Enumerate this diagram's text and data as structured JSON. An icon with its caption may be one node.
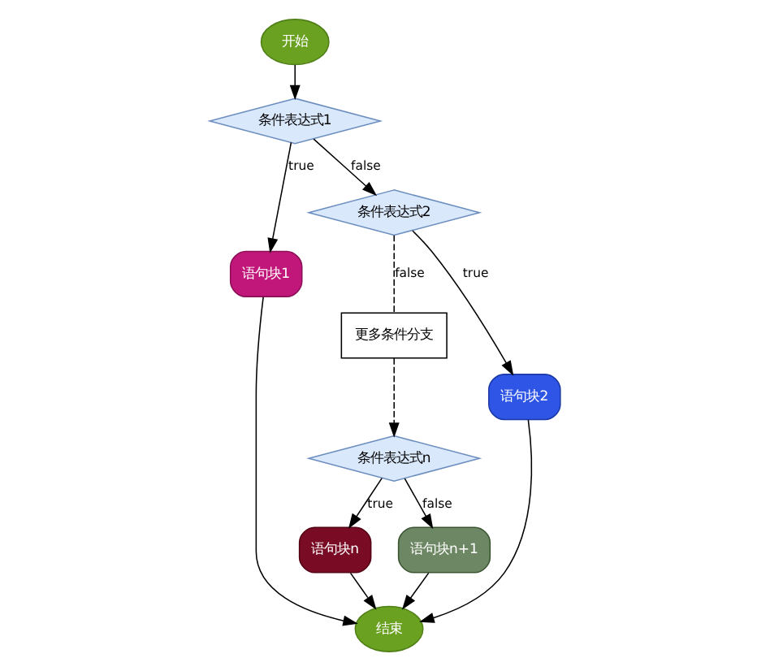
{
  "diagram": {
    "nodes": [
      {
        "text": [
          "开始"
        ]
      },
      {
        "text": [
          "条件表达式1"
        ]
      },
      {
        "text": [
          "语句块1"
        ]
      },
      {
        "text": [
          "条件表达式2"
        ]
      },
      {
        "text": [
          "更多条件分支"
        ]
      },
      {
        "text": [
          "语句块2"
        ]
      },
      {
        "text": [
          "条件表达式n"
        ]
      },
      {
        "text": [
          "语句块n"
        ]
      },
      {
        "text": [
          "语句块n+1"
        ]
      },
      {
        "text": [
          "结束"
        ]
      }
    ],
    "edges": [
      {
        "from": 0,
        "to": 1,
        "arrow": "to"
      },
      {
        "from": 1,
        "to": 2,
        "arrow": "to",
        "label": "true"
      },
      {
        "from": 1,
        "to": 3,
        "arrow": "to",
        "label": "false"
      },
      {
        "from": 3,
        "to": 5,
        "arrow": "to",
        "label": "true"
      },
      {
        "from": 3,
        "to": 4,
        "arrow": "none",
        "label": "false",
        "style": "dashed"
      },
      {
        "from": 4,
        "to": 6,
        "arrow": "to",
        "style": "dashed"
      },
      {
        "from": 6,
        "to": 7,
        "arrow": "to",
        "label": "true"
      },
      {
        "from": 6,
        "to": 8,
        "arrow": "to",
        "label": "false"
      },
      {
        "from": 2,
        "to": 9,
        "arrow": "to"
      },
      {
        "from": 5,
        "to": 9,
        "arrow": "to"
      },
      {
        "from": 7,
        "to": 9,
        "arrow": "to"
      },
      {
        "from": 8,
        "to": 9,
        "arrow": "to"
      }
    ]
  }
}
